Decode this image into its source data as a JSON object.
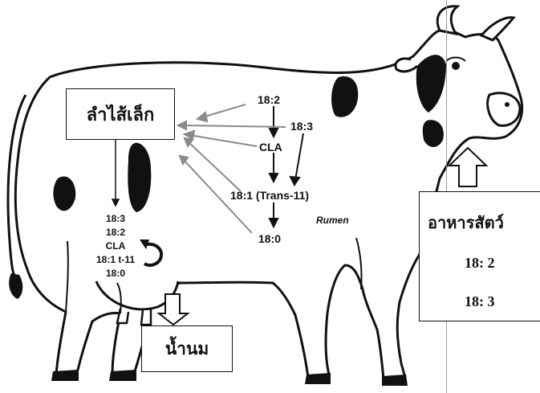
{
  "intestine_box": {
    "label": "ลำไส้เล็ก"
  },
  "milk_box": {
    "label": "น้ำนม"
  },
  "feed_box": {
    "title": "อาหารสัตว์",
    "items": [
      "18: 2",
      "18: 3"
    ]
  },
  "rumen": {
    "label": "Rumen",
    "pathway": [
      "18:2",
      "18:3",
      "CLA",
      "18:1 (Trans-11)",
      "18:0"
    ]
  },
  "intestine_list": [
    "18:3",
    "18:2",
    "CLA",
    "18:1 t-11",
    "18:0"
  ]
}
